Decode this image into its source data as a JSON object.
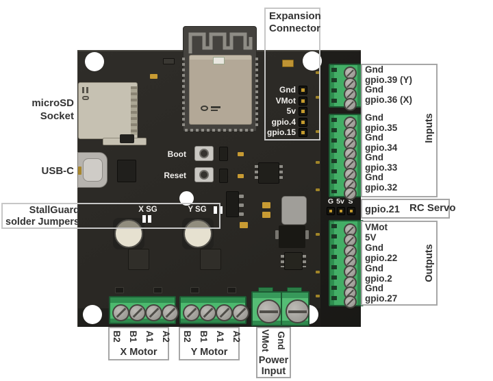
{
  "colors": {
    "board": "#2a2824",
    "terminal_green": "#43ae66",
    "annotation_border": "#a6a6a6",
    "annotation_text": "#333333",
    "board_text": "#f1efec"
  },
  "expansion": {
    "title": [
      "Expansion",
      "Connector"
    ],
    "pins": [
      "Gnd",
      "VMot",
      "5v",
      "gpio.4",
      "gpio.15"
    ]
  },
  "left": {
    "microsd": [
      "microSD",
      "Socket"
    ],
    "usb": "USB-C",
    "stallguard": [
      "StallGuard",
      "solder Jumpers"
    ]
  },
  "board": {
    "boot": "Boot",
    "reset": "Reset",
    "x_sg": "X SG",
    "y_sg": "Y SG",
    "servo_header": [
      "G",
      "5v",
      "S"
    ]
  },
  "inputs": {
    "top": [
      "Gnd",
      "gpio.39 (Y)",
      "Gnd",
      "gpio.36 (X)"
    ],
    "main": [
      "Gnd",
      "gpio.35",
      "Gnd",
      "gpio.34",
      "Gnd",
      "gpio.33",
      "Gnd",
      "gpio.32"
    ],
    "side": "Inputs"
  },
  "servo": {
    "pin": "gpio.21",
    "label": "RC Servo"
  },
  "outputs": {
    "lines": [
      "VMot",
      "5V",
      "Gnd",
      "gpio.22",
      "Gnd",
      "gpio.2",
      "Gnd",
      "gpio.27"
    ],
    "side": "Outputs"
  },
  "motors": {
    "x": {
      "pins": [
        "B2",
        "B1",
        "A1",
        "A2"
      ],
      "label": "X Motor"
    },
    "y": {
      "pins": [
        "B2",
        "B1",
        "A1",
        "A2"
      ],
      "label": "Y Motor"
    }
  },
  "power": {
    "pins": [
      "VMot",
      "Gnd"
    ],
    "label": [
      "Power",
      "Input"
    ]
  }
}
